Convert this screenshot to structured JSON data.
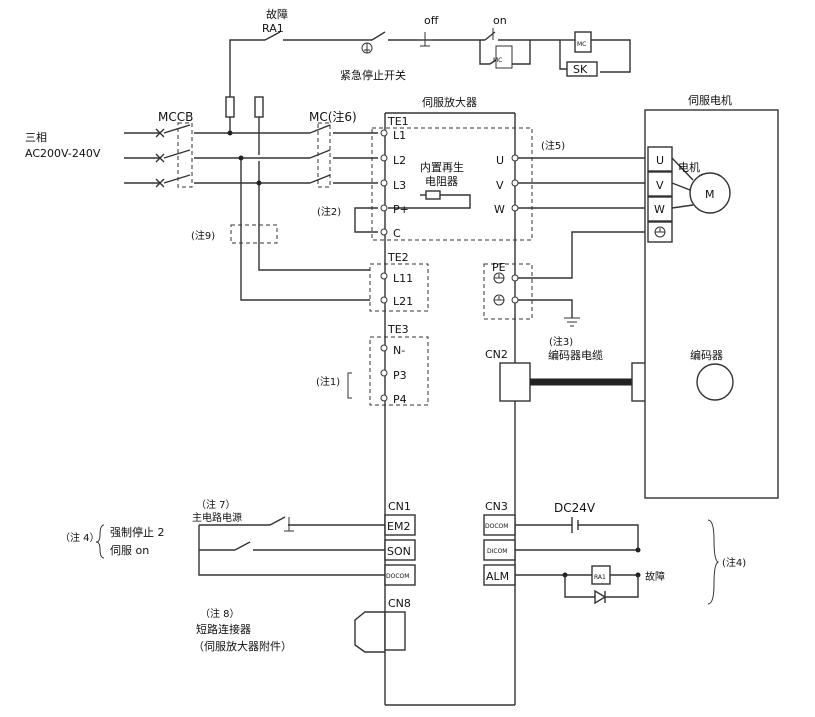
{
  "top": {
    "fault_label": "故障",
    "ra1_label": "RA1",
    "off_label": "off",
    "on_label": "on",
    "mc_label": "MC",
    "sk_label": "SK",
    "emergency_stop_label": "紧急停止开关"
  },
  "power": {
    "phase_label": "三相",
    "voltage_label": "AC200V-240V",
    "mccb_label": "MCCB",
    "mc_note6_label": "MC(注6)",
    "note2_label": "(注2)",
    "note9_label": "(注9)",
    "note1_label": "(注1)"
  },
  "amp": {
    "title": "伺服放大器",
    "te1": "TE1",
    "te2": "TE2",
    "te3": "TE3",
    "l1": "L1",
    "l2": "L2",
    "l3": "L3",
    "pplus": "P+",
    "c": "C",
    "l11": "L11",
    "l21": "L21",
    "nminus": "N-",
    "p3": "P3",
    "p4": "P4",
    "u": "U",
    "v": "V",
    "w": "W",
    "pe": "PE",
    "regen_label_1": "内置再生",
    "regen_label_2": "电阻器",
    "note5_label": "(注5)",
    "note3_label": "(注3)",
    "cn1": "CN1",
    "em2": "EM2",
    "son": "SON",
    "docom": "DOCOM",
    "cn3": "CN3",
    "dicom": "DICOM",
    "alm": "ALM",
    "cn8": "CN8",
    "cn2": "CN2"
  },
  "motor": {
    "title": "伺服电机",
    "motor_label": "电机",
    "m_label": "M",
    "u": "U",
    "v": "V",
    "w": "W",
    "encoder_label": "编码器",
    "encoder_cable_label": "编码器电缆"
  },
  "io": {
    "note7_label": "（注 7）",
    "main_power_label": "主电路电源",
    "note4_left_label": "（注 4）",
    "em_stop2_label": "强制停止 2",
    "servo_on_label": "伺服 on",
    "dc24v_label": "DC24V",
    "ra1_small": "RA1",
    "fault_label": "故障",
    "note4_right_label": "(注4)",
    "note8_label": "（注 8）",
    "short_connector_label": "短路连接器",
    "short_connector_note": "（伺服放大器附件）"
  }
}
